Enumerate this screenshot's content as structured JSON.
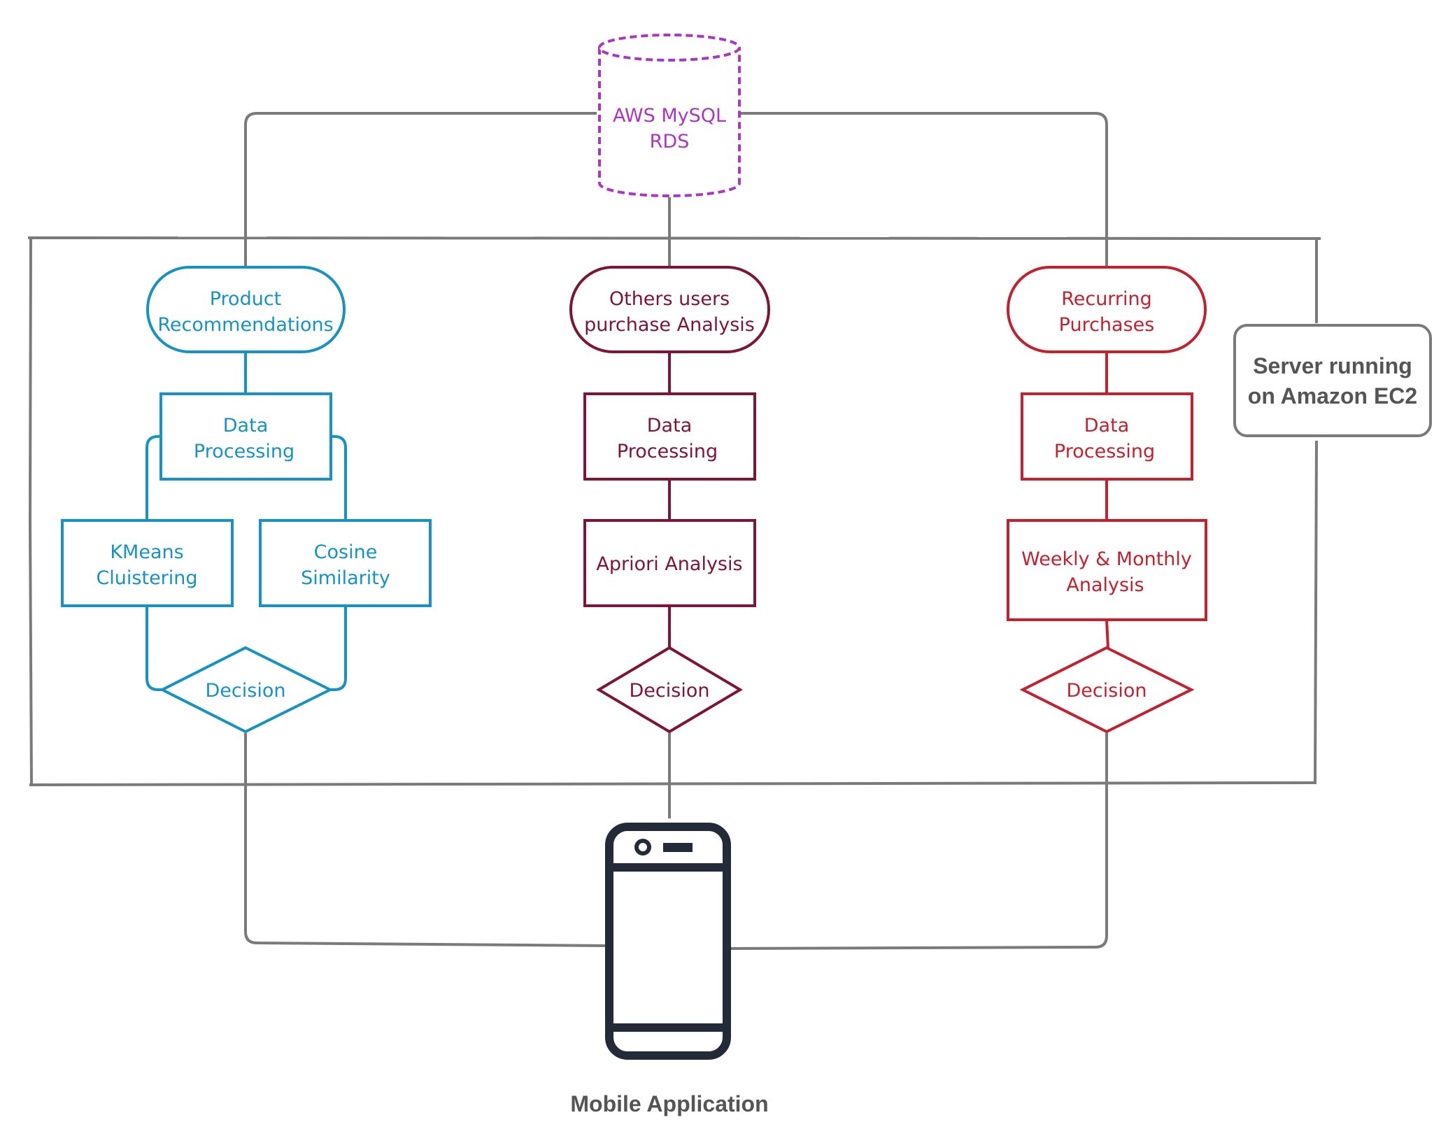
{
  "database": {
    "line1": "AWS MySQL",
    "line2": "RDS"
  },
  "server_label": {
    "line1": "Server running",
    "line2": "on Amazon EC2"
  },
  "columns": {
    "product": {
      "title": {
        "line1": "Product",
        "line2": "Recommendations"
      },
      "data_processing": {
        "line1": "Data",
        "line2": "Processing"
      },
      "kmeans": {
        "line1": "KMeans",
        "line2": "Cluistering"
      },
      "cosine": {
        "line1": "Cosine",
        "line2": "Similarity"
      },
      "decision": "Decision"
    },
    "others": {
      "title": {
        "line1": "Others users",
        "line2": "purchase Analysis"
      },
      "data_processing": {
        "line1": "Data",
        "line2": "Processing"
      },
      "apriori": "Apriori Analysis",
      "decision": "Decision"
    },
    "recurring": {
      "title": {
        "line1": "Recurring",
        "line2": "Purchases"
      },
      "data_processing": {
        "line1": "Data",
        "line2": "Processing"
      },
      "weekly": {
        "line1": "Weekly & Monthly",
        "line2": "Analysis"
      },
      "decision": "Decision"
    }
  },
  "mobile_label": "Mobile Application",
  "colors": {
    "blue": "#1593c4",
    "maroon": "#7f1339",
    "red": "#c4202e",
    "purple": "#ab35c4",
    "gray": "#7a7a7a",
    "dark": "#232b38"
  }
}
